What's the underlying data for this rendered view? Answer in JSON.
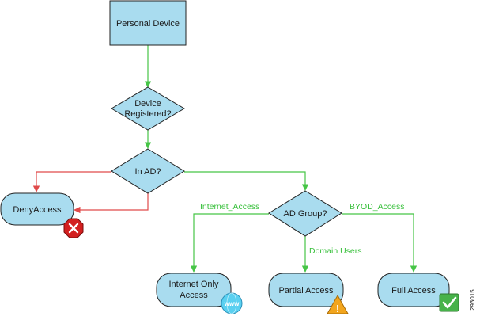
{
  "colors": {
    "node_fill": "#a9dcef",
    "node_stroke": "#222222",
    "yes_arrow": "#46c546",
    "no_arrow": "#e04a4a",
    "label_text": "#39c03c"
  },
  "nodes": {
    "personal_device": "Personal Device",
    "device_registered_line1": "Device",
    "device_registered_line2": "Registered?",
    "in_ad": "In AD?",
    "ad_group": "AD Group?",
    "deny_access": "DenyAccess",
    "internet_only_line1": "Internet Only",
    "internet_only_line2": "Access",
    "partial_access": "Partial Access",
    "full_access": "Full Access"
  },
  "edge_labels": {
    "internet_access": "Internet_Access",
    "byod_access": "BYOD_Access",
    "domain_users": "Domain Users"
  },
  "icons": {
    "deny": {
      "name": "deny-x-icon",
      "glyph": "✕"
    },
    "internet": {
      "name": "www-globe-icon",
      "glyph": "www"
    },
    "partial": {
      "name": "warning-icon",
      "glyph": "!"
    },
    "full": {
      "name": "checkmark-icon",
      "glyph": "✓"
    }
  },
  "figure_id": "293015"
}
